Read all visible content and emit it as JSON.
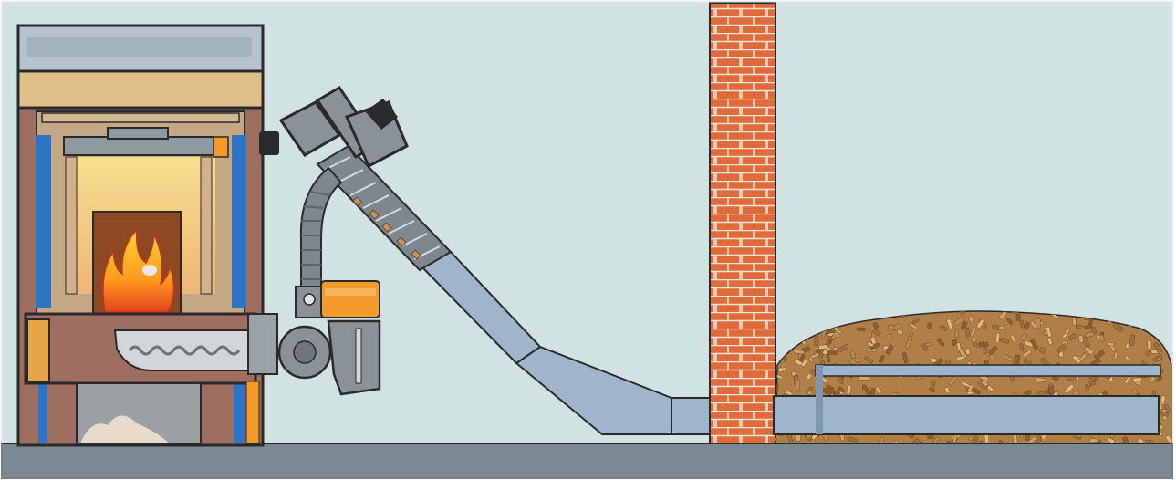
{
  "diagram": {
    "kind": "pellet boiler auger feed system",
    "components": [
      {
        "id": "boiler",
        "label": ""
      },
      {
        "id": "flame",
        "label": ""
      },
      {
        "id": "ash-pan",
        "label": ""
      },
      {
        "id": "burner-auger",
        "label": ""
      },
      {
        "id": "feed-motor",
        "label": ""
      },
      {
        "id": "drop-tube",
        "label": ""
      },
      {
        "id": "inclined-auger",
        "label": ""
      },
      {
        "id": "auger-motor",
        "label": ""
      },
      {
        "id": "brick-wall",
        "label": ""
      },
      {
        "id": "pellet-store",
        "label": ""
      },
      {
        "id": "horizontal-auger",
        "label": ""
      }
    ]
  },
  "colors": {
    "sky": "#d0e2e2",
    "floor": "#7b8995",
    "boiler_brown": "#9e6e60",
    "boiler_tan": "#c4a883",
    "boiler_top": "#b5c3cc",
    "jacket_blue": "#2f73c4",
    "orange": "#f29a2a",
    "brick": "#df6a3a",
    "mortar": "#f3e4d8",
    "tube_blue": "#9fb5cc",
    "steel_gray": "#808890",
    "pellet": "#c3965d",
    "outline": "#2a2a2a"
  }
}
